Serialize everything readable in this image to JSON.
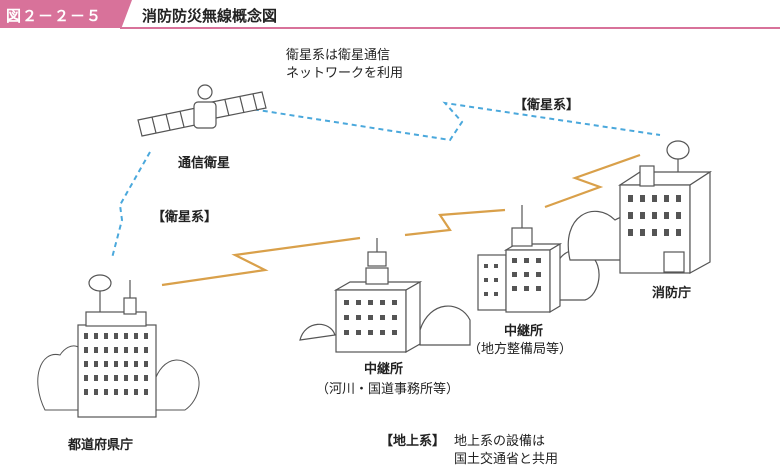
{
  "figure": {
    "number": "図２－２－５",
    "title": "消防防災無線概念図"
  },
  "labels": {
    "satellite_network_line1": "衛星系は衛星通信",
    "satellite_network_line2": "ネットワークを利用",
    "satellite_system_top": "【衛星系】",
    "satellite_system_left": "【衛星系】",
    "comm_satellite": "通信衛星",
    "prefecture_office": "都道府県庁",
    "relay_station_1": "中継所",
    "relay_station_1_note": "（河川・国道事務所等）",
    "relay_station_2": "中継所",
    "relay_station_2_note": "（地方整備局等）",
    "fire_department": "消防庁",
    "ground_system_tag": "【地上系】",
    "ground_system_line1": "地上系の設備は",
    "ground_system_line2": "国土交通省と共用"
  },
  "colors": {
    "accent": "#d8729a",
    "satellite_link": "#4aa8dc",
    "ground_link": "#d9a04a",
    "outline": "#555555"
  }
}
